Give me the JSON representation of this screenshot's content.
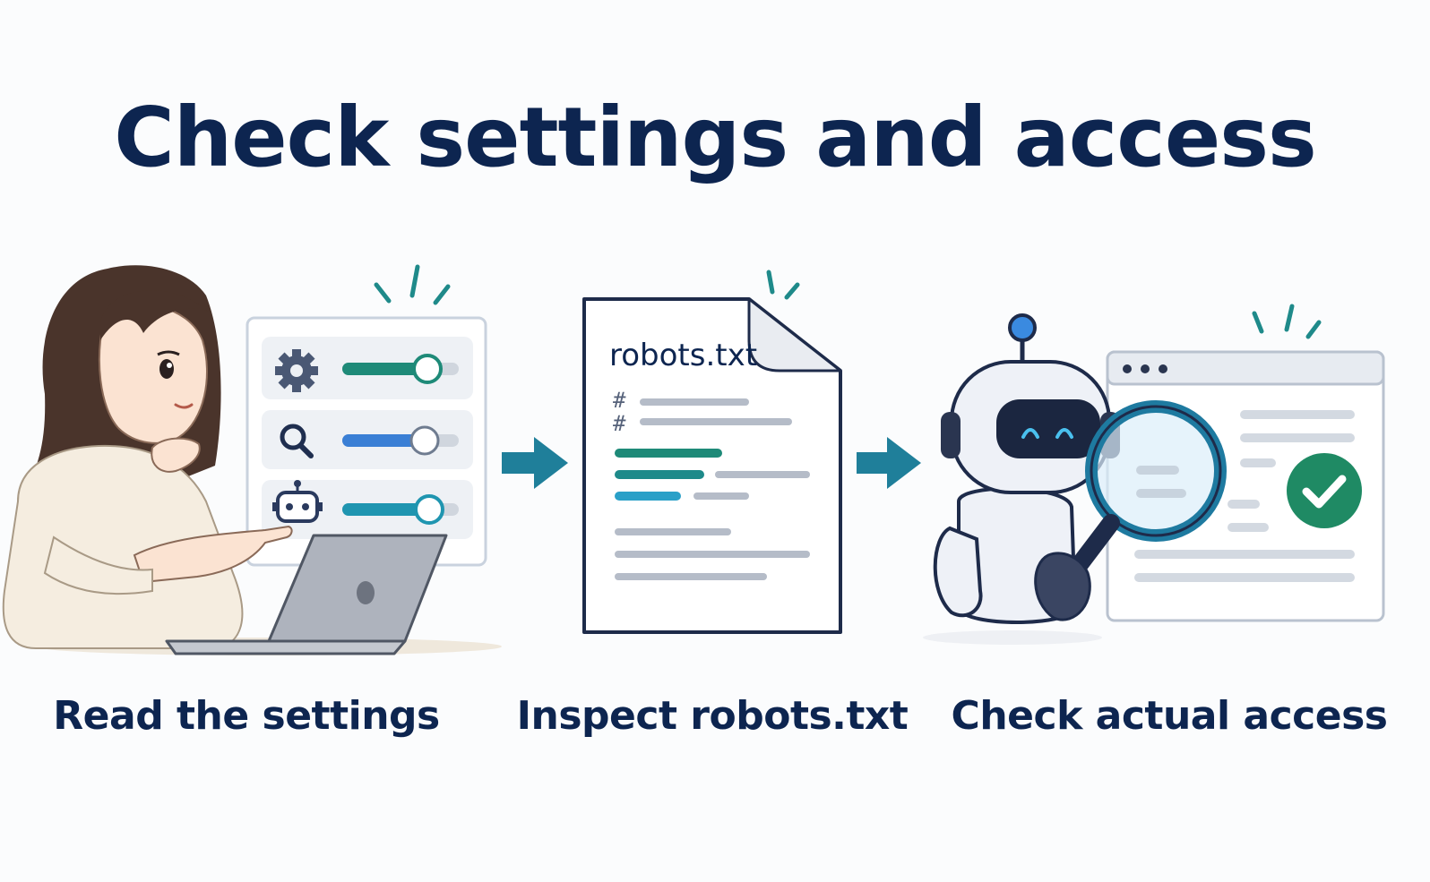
{
  "title": "Check settings and access",
  "steps": [
    {
      "caption": "Read the settings"
    },
    {
      "caption": "Inspect robots.txt",
      "file_name": "robots.txt",
      "comment_mark": "#"
    },
    {
      "caption": "Check actual access"
    }
  ],
  "colors": {
    "title": "#0d2550",
    "teal": "#1e8a8a",
    "blue": "#3a7fd5",
    "arrow": "#1f7f9a",
    "check": "#1f8a64"
  },
  "icons": [
    "gear-icon",
    "search-icon",
    "robot-icon",
    "arrow-right-icon",
    "magnifier-icon",
    "check-icon"
  ]
}
